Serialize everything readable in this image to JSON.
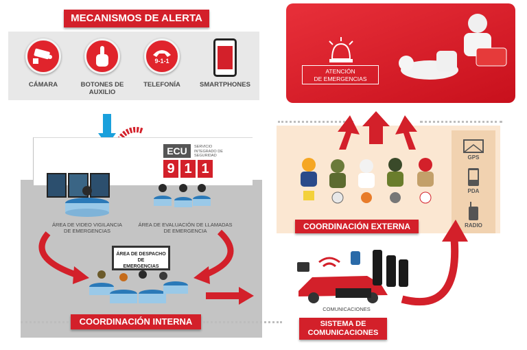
{
  "mecanismos": {
    "title": "MECANISMOS DE ALERTA",
    "items": [
      {
        "label": "CÁMARA",
        "icon": "camera-icon"
      },
      {
        "label": "BOTONES DE\nAUXILIO",
        "icon": "hand-press-icon"
      },
      {
        "label": "TELEFONÍA",
        "icon": "phone-911-icon",
        "icon_text": "9-1-1"
      },
      {
        "label": "SMARTPHONES",
        "icon": "smartphone-icon"
      }
    ]
  },
  "logo": {
    "top": "ECU",
    "digits": [
      "9",
      "1",
      "1"
    ],
    "sub": "SERVICIO INTEGRADO DE SEGURIDAD"
  },
  "areas": {
    "video": "ÁREA DE VIDEO VIGILANCIA\nDE EMERGENCIAS",
    "evaluacion": "ÁREA DE EVALUACIÓN DE LLAMADAS\nDE EMERGENCIA",
    "despacho": "ÁREA DE DESPACHO DE\nEMERGENCIAS"
  },
  "coordinacion_interna": "COORDINACIÓN INTERNA",
  "coordinacion_externa": "COORDINACIÓN EXTERNA",
  "atencion": "ATENCIÓN\nDE EMERGENCIAS",
  "dispositivos": [
    "GPS",
    "PDA",
    "RADIO"
  ],
  "comunicaciones": {
    "label": "COMUNICACIONES",
    "title": "SISTEMA DE\nCOMUNICACIONES"
  },
  "colors": {
    "brand_red": "#d3202a",
    "panel_orange": "#fbe7d2",
    "floor_gray": "#c4c4c4"
  }
}
